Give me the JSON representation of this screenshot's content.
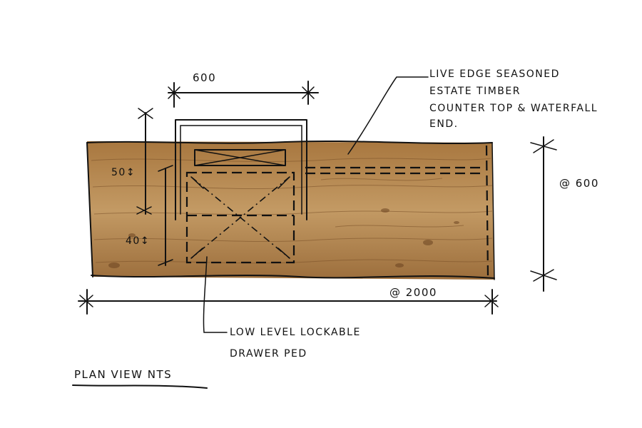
{
  "colors": {
    "timber": "#b07f4a",
    "timber_light": "#c9a06d",
    "timber_dark": "#7a5028",
    "ink": "#111111",
    "paper": "#ffffff"
  },
  "labels": {
    "drawer_width": "600",
    "timber_note": [
      "LIVE EDGE SEASONED",
      "ESTATE TIMBER",
      "COUNTER TOP & WATERFALL",
      "END."
    ],
    "depth": "@ 600",
    "drawer_depth": "50↕",
    "drawer_height": "40↕",
    "length": "@ 2000",
    "drawer_note": [
      "LOW LEVEL LOCKABLE",
      "DRAWER PED"
    ],
    "view_title": "PLAN VIEW NTS"
  }
}
